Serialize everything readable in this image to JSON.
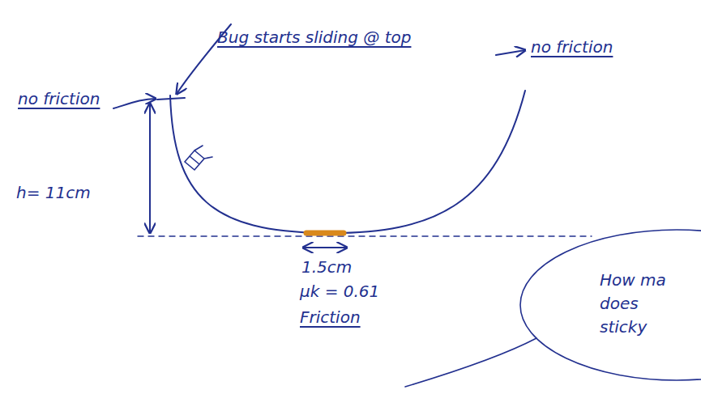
{
  "diagram": {
    "nodes": [
      {
        "text": [
          "How ma does sticky"
        ]
      }
    ],
    "labels": [
      "Bug starts sliding @ top",
      "no friction",
      "no friction",
      "h= 11cm",
      "1.5cm",
      "μk = 0.61",
      "Friction"
    ]
  }
}
